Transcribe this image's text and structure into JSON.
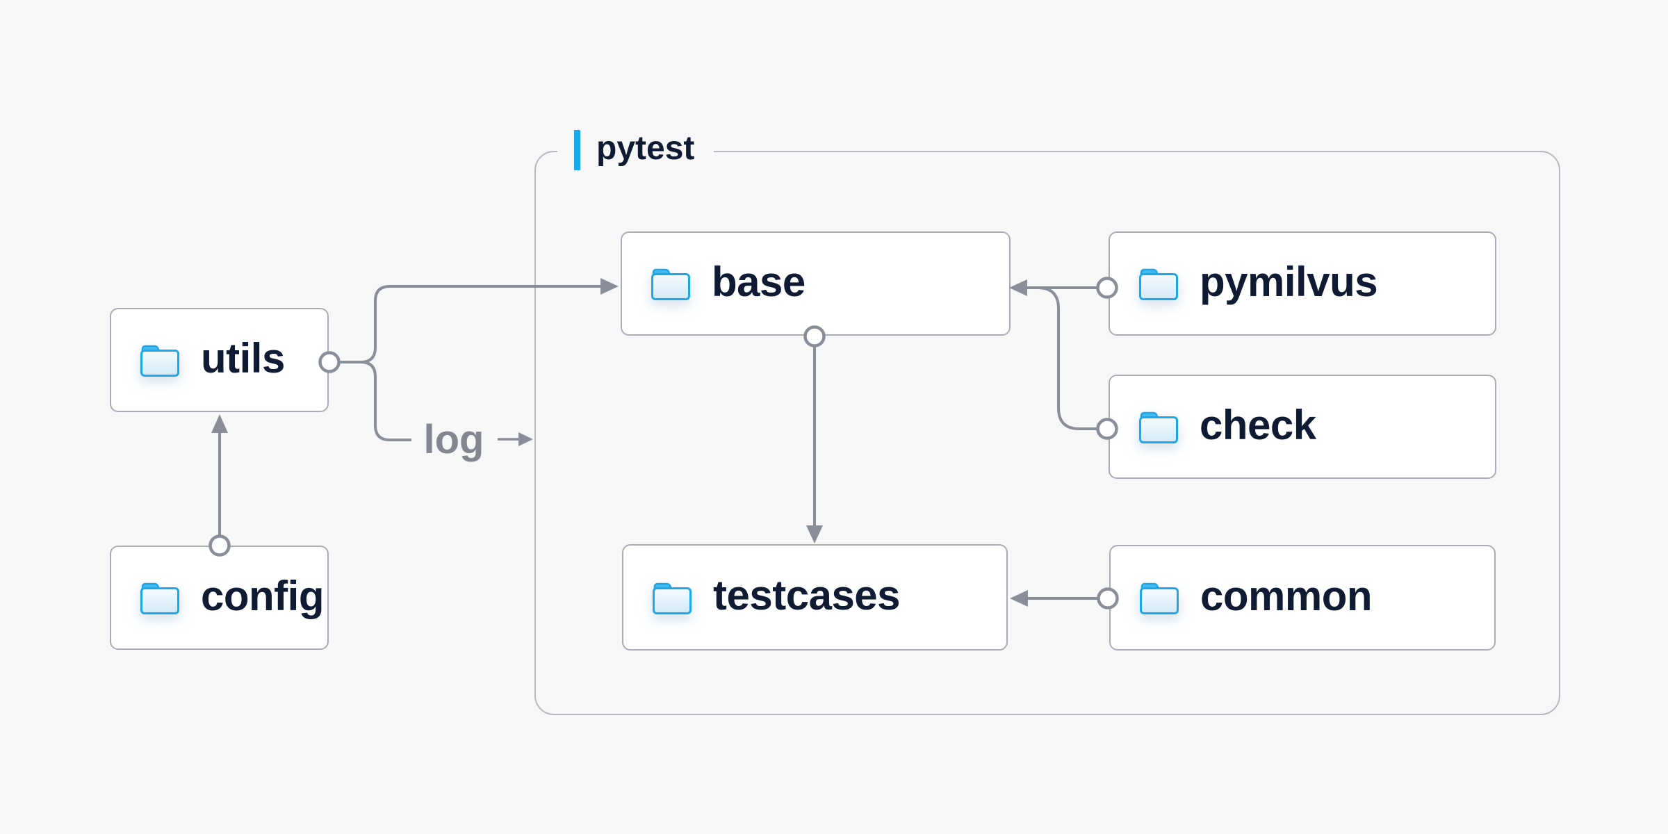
{
  "container": {
    "label": "pytest",
    "accent_color": "#19a9ea"
  },
  "nodes": {
    "utils": {
      "label": "utils"
    },
    "config": {
      "label": "config"
    },
    "base": {
      "label": "base"
    },
    "pymilvus": {
      "label": "pymilvus"
    },
    "check": {
      "label": "check"
    },
    "testcases": {
      "label": "testcases"
    },
    "common": {
      "label": "common"
    }
  },
  "edges": {
    "log_label": "log",
    "list": [
      {
        "from": "config",
        "to": "utils",
        "style": "arrow"
      },
      {
        "from": "utils",
        "to": "base",
        "style": "arrow"
      },
      {
        "from": "utils",
        "to": "pytest",
        "style": "labeled-arrow",
        "label": "log"
      },
      {
        "from": "base",
        "to": "testcases",
        "style": "arrow"
      },
      {
        "from": "pymilvus",
        "to": "base",
        "style": "arrow"
      },
      {
        "from": "check",
        "to": "base",
        "style": "arrow"
      },
      {
        "from": "common",
        "to": "testcases",
        "style": "arrow"
      }
    ]
  },
  "icons": {
    "node_icon": "folder-icon"
  },
  "colors": {
    "background": "#f7f7f8",
    "node_fill": "#ffffff",
    "node_border": "#a9acb8",
    "container_border": "#b5b7c1",
    "connector": "#8a8e98",
    "text_dark": "#0f1b33",
    "text_muted": "#84878f",
    "accent_blue": "#19a9ea",
    "folder_stroke": "#1ba7ea",
    "folder_tab": "#45baf0",
    "folder_body_light": "#f6fbfe",
    "folder_body_dark": "#d2e9f7"
  }
}
